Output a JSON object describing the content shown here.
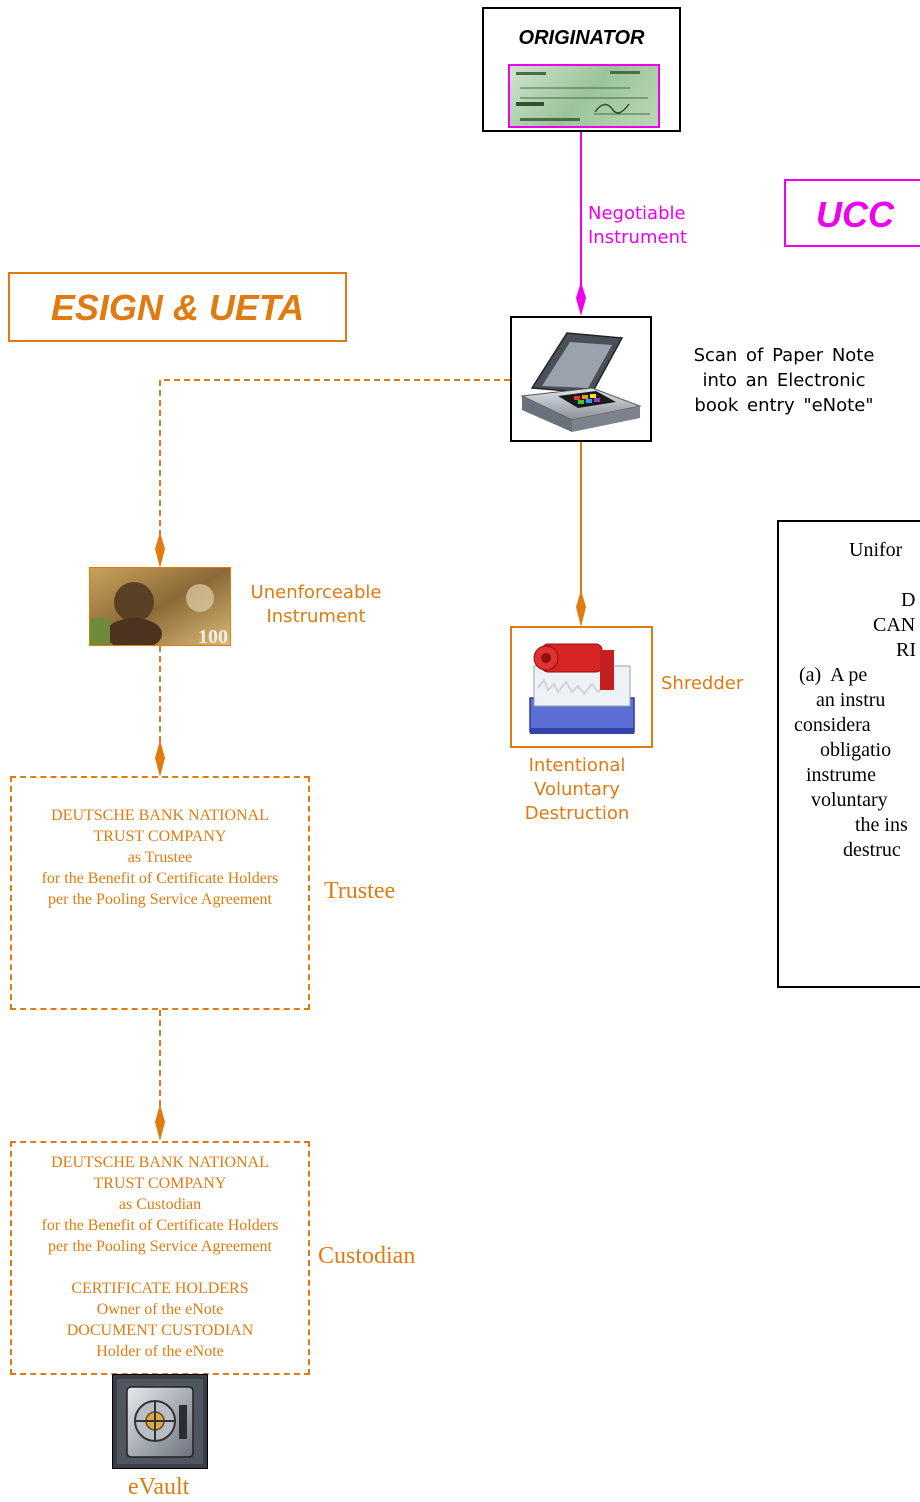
{
  "colors": {
    "orange": "#e07b12",
    "magenta": "#f000f0",
    "black": "#000000"
  },
  "originator": {
    "title": "ORIGINATOR",
    "image": "paper-check"
  },
  "ucc": {
    "label": "UCC"
  },
  "esign": {
    "label": "ESIGN & UETA"
  },
  "negotiable": {
    "line1": "Negotiable",
    "line2": "Instrument"
  },
  "scanner": {
    "image": "flatbed-scanner",
    "caption": [
      "Scan of Paper Note",
      "into an Electronic",
      "book entry \"eNote\""
    ]
  },
  "unenforceable": {
    "image": "banknote-100",
    "banknote_value": "100",
    "line1": "Unenforceable",
    "line2": "Instrument"
  },
  "shredder": {
    "image": "paper-shredder",
    "label": "Shredder",
    "caption": [
      "Intentional",
      "Voluntary",
      "Destruction"
    ]
  },
  "trustee": {
    "lines": [
      "DEUTSCHE BANK NATIONAL",
      "TRUST COMPANY",
      "as Trustee",
      "for the Benefit of Certificate Holders",
      "per the Pooling Service Agreement"
    ],
    "label": "Trustee"
  },
  "custodian": {
    "lines": [
      "DEUTSCHE BANK NATIONAL",
      "TRUST COMPANY",
      "as Custodian",
      "for the Benefit of Certificate Holders",
      "per the Pooling Service Agreement"
    ],
    "lines2": [
      "CERTIFICATE HOLDERS",
      "Owner of the eNote",
      "DOCUMENT CUSTODIAN",
      "Holder of the eNote"
    ],
    "label": "Custodian"
  },
  "evault": {
    "image": "vault-door",
    "label": "eVault"
  },
  "ucc_text": {
    "lines": [
      "Unifor",
      "D",
      "CAN",
      "RI",
      "(a)  A pe",
      "an instru",
      "considera",
      "obligatio",
      "instrume",
      "voluntary",
      "the ins",
      "destruc"
    ]
  }
}
